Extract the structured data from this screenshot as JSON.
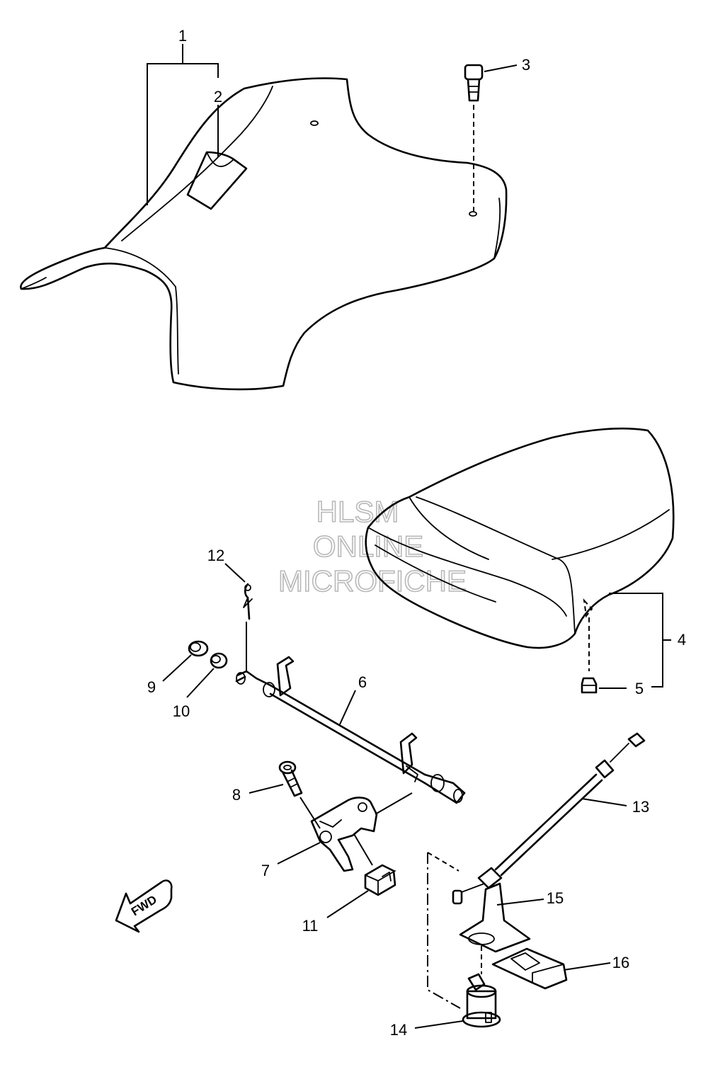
{
  "watermark": {
    "line1": "HLSM",
    "line2": "ONLINE",
    "line3": "MICROFICHE"
  },
  "direction_arrow": {
    "label": "FWD",
    "icon": "fwd-arrow-icon"
  },
  "callouts": [
    {
      "id": "1",
      "label": "1"
    },
    {
      "id": "2",
      "label": "2"
    },
    {
      "id": "3",
      "label": "3"
    },
    {
      "id": "4",
      "label": "4"
    },
    {
      "id": "5",
      "label": "5"
    },
    {
      "id": "6",
      "label": "6"
    },
    {
      "id": "7",
      "label": "7"
    },
    {
      "id": "8",
      "label": "8"
    },
    {
      "id": "9",
      "label": "9"
    },
    {
      "id": "10",
      "label": "10"
    },
    {
      "id": "11",
      "label": "11"
    },
    {
      "id": "12",
      "label": "12"
    },
    {
      "id": "13",
      "label": "13"
    },
    {
      "id": "14",
      "label": "14"
    },
    {
      "id": "15",
      "label": "15"
    },
    {
      "id": "16",
      "label": "16"
    }
  ]
}
